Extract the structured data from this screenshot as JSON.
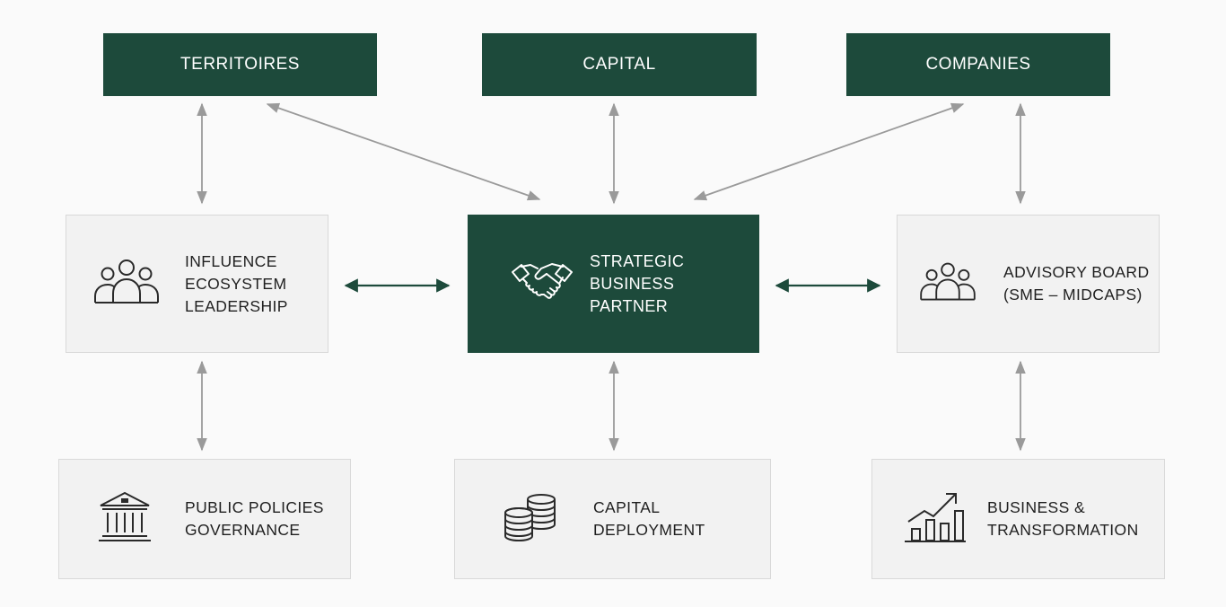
{
  "top": {
    "territoires": "TERRITOIRES",
    "capital": "CAPITAL",
    "companies": "COMPANIES"
  },
  "center": {
    "lines": [
      "STRATEGIC",
      "BUSINESS",
      "PARTNER"
    ],
    "icon": "handshake-icon"
  },
  "left": {
    "lines": [
      "INFLUENCE",
      "ECOSYSTEM",
      "LEADERSHIP"
    ],
    "icon": "people-group-icon"
  },
  "right": {
    "lines": [
      "ADVISORY BOARD",
      "(SME – MIDCAPS)"
    ],
    "icon": "people-group-icon"
  },
  "bottom_left": {
    "lines": [
      "PUBLIC POLICIES",
      "GOVERNANCE"
    ],
    "icon": "government-building-icon"
  },
  "bottom_center": {
    "lines": [
      "CAPITAL",
      "DEPLOYMENT"
    ],
    "icon": "coin-stacks-icon"
  },
  "bottom_right": {
    "lines": [
      "BUSINESS &",
      "TRANSFORMATION"
    ],
    "icon": "growth-chart-icon"
  },
  "colors": {
    "dark_green": "#1d4a3b",
    "light_box": "#f2f2f2",
    "gray_arrow": "#9a9a9a"
  }
}
